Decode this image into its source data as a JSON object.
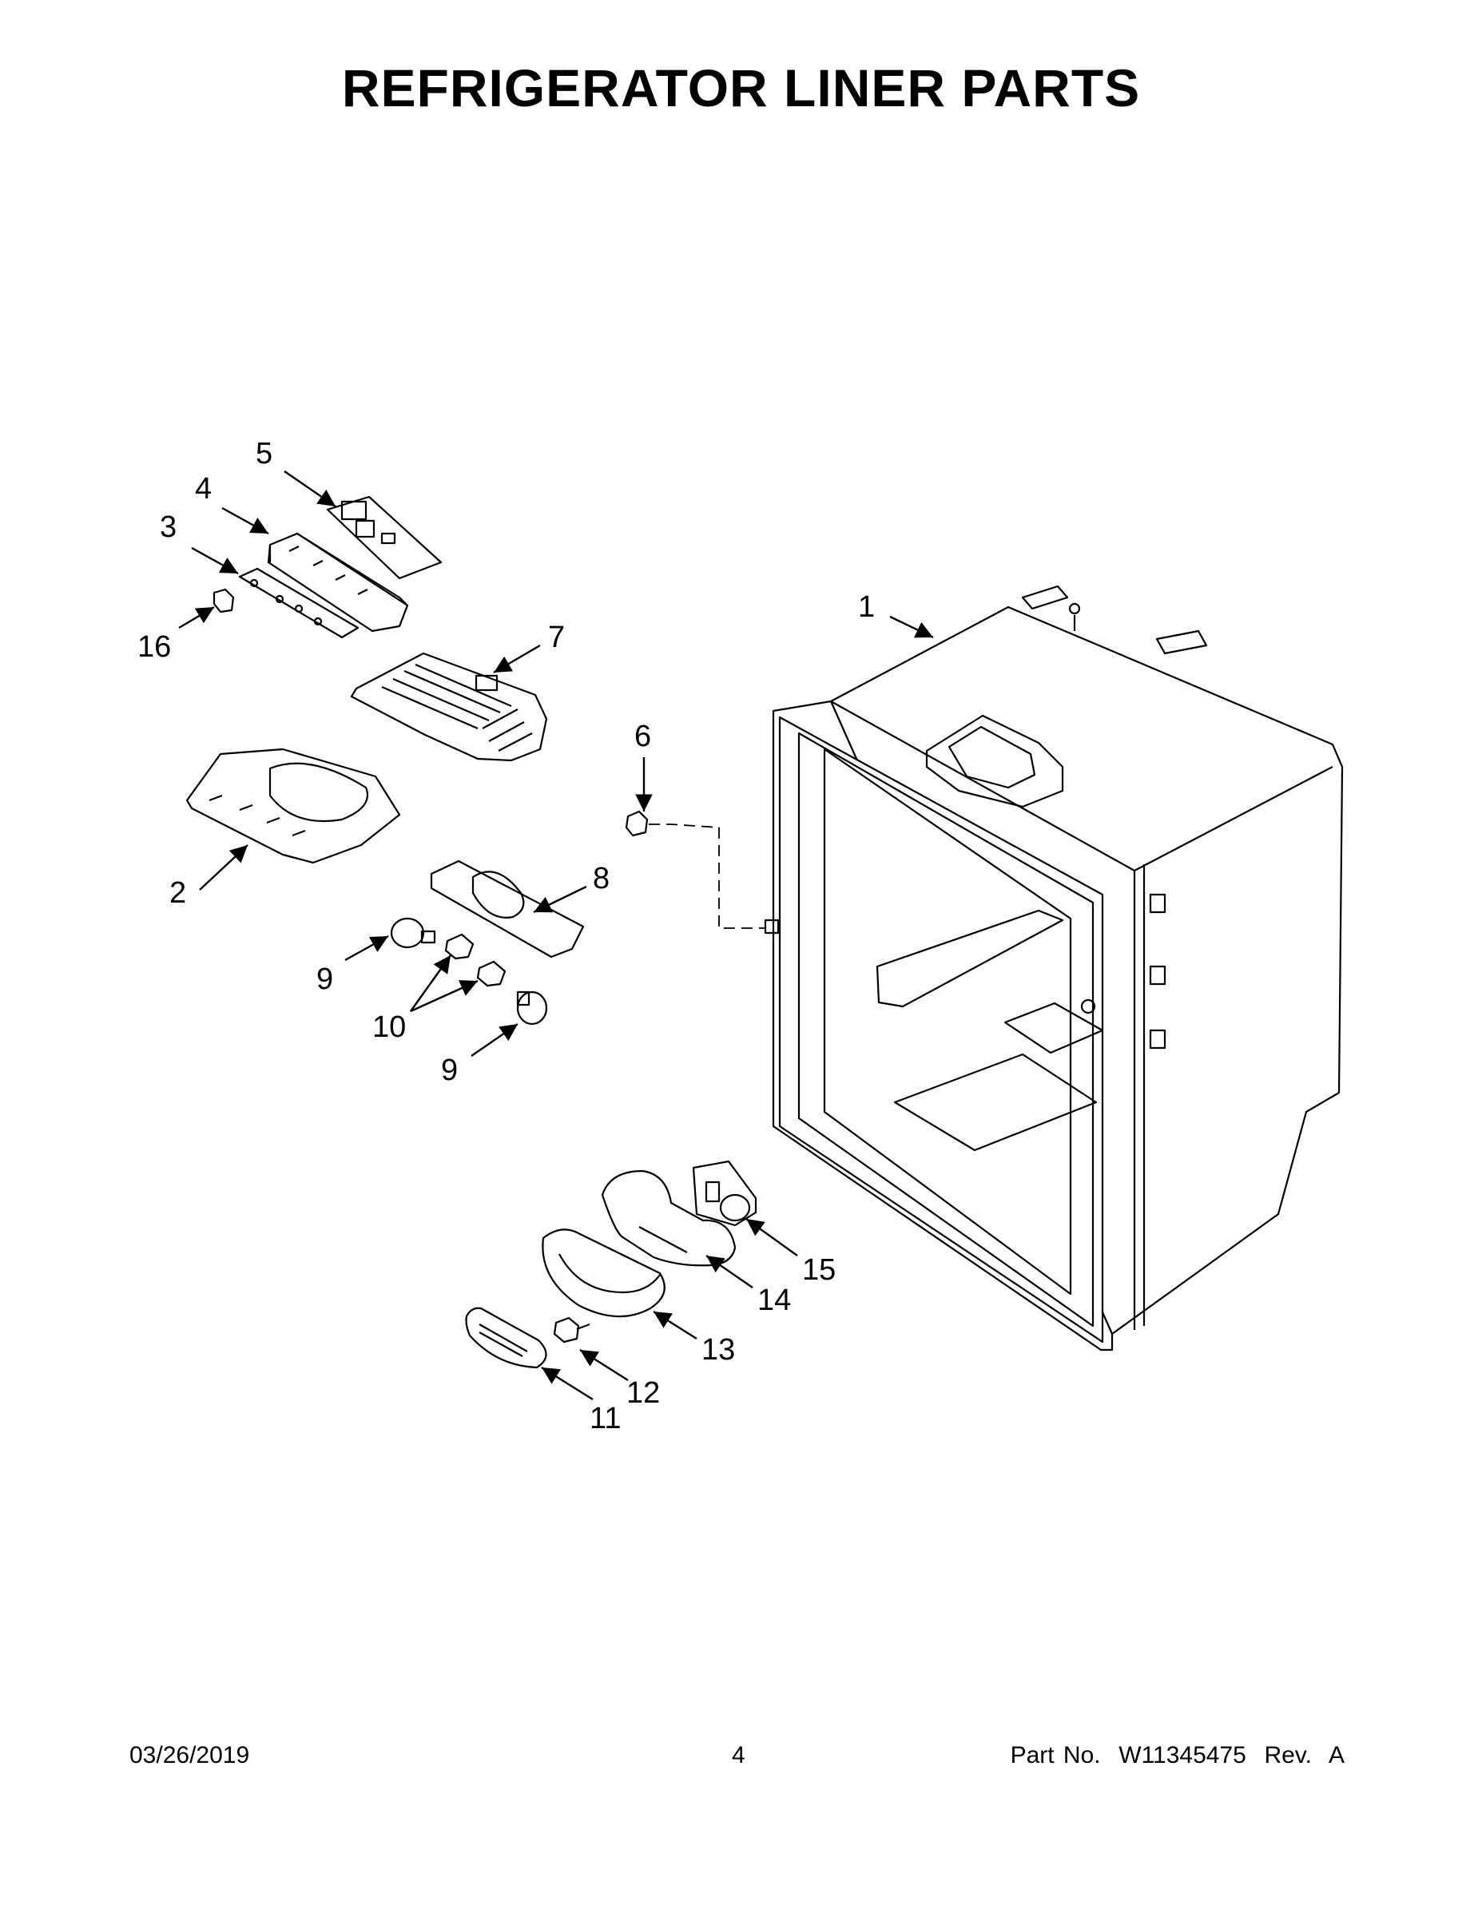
{
  "title": "REFRIGERATOR LINER PARTS",
  "callouts": [
    "1",
    "2",
    "3",
    "4",
    "5",
    "6",
    "7",
    "8",
    "9",
    "9",
    "10",
    "11",
    "12",
    "13",
    "14",
    "15",
    "16"
  ],
  "footer": {
    "date": "03/26/2019",
    "page": "4",
    "part_no": "Part No.  W11345475  Rev.  A"
  },
  "colors": {
    "line": "#000000",
    "background": "#ffffff"
  }
}
